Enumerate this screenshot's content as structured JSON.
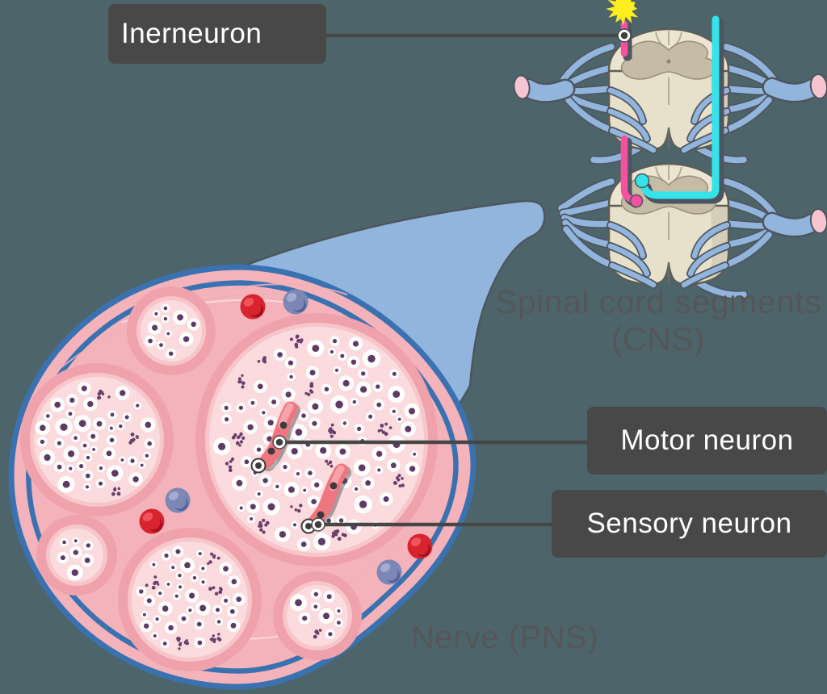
{
  "diagram": {
    "labels": {
      "interneuron": "Inerneuron",
      "motor": "Motor neuron",
      "sensory": "Sensory neuron"
    },
    "captions": {
      "cns_line1": "Spinal cord segments",
      "cns_line2": "(CNS)",
      "pns": "Nerve (PNS)"
    },
    "colors": {
      "background": "#4d656a",
      "label_bg": "#484848",
      "label_text": "#ffffff",
      "caption": "#55565a",
      "leader_line": "#464646",
      "nerve_blue": "#92b5de",
      "nerve_outline": "#4e555e",
      "nerve_tip_pink": "#f7c5cf",
      "cord_beige": "#e7e0ca",
      "cord_outline": "#5d5d58",
      "gray_matter": "#c6bba4",
      "gray_matter_outline": "#96907d",
      "circle_outline": "#3a72b1",
      "epineurium": "#f4b3ba",
      "epineurium_inner": "#f9d2d5",
      "texture_line": "#f0b0b8",
      "fascicle_ring": "#f0a2ac",
      "fascicle_ring_light": "#f7c6ca",
      "fascicle_fill": "#fbdbdd",
      "axon_core_purple": "#5e3a64",
      "cluster_purple": "#6a3f6d",
      "rod_salmon": "#ef7680",
      "rod_highlight": "#f7a3aa",
      "rod_node": "#3b3b3b",
      "motor_pathway_pink": "#f6519e",
      "sensory_pathway_cyan": "#35e3ea",
      "stimulus_yellow": "#fcee1f",
      "red_blood_cell": "#d7242f",
      "red_blood_cell_dark": "#a30d1e",
      "red_blood_cell_light": "#ef545d",
      "vessel_blue": "#7d87b5",
      "vessel_blue_dark": "#59619b",
      "vessel_blue_light": "#a3abd0"
    }
  }
}
